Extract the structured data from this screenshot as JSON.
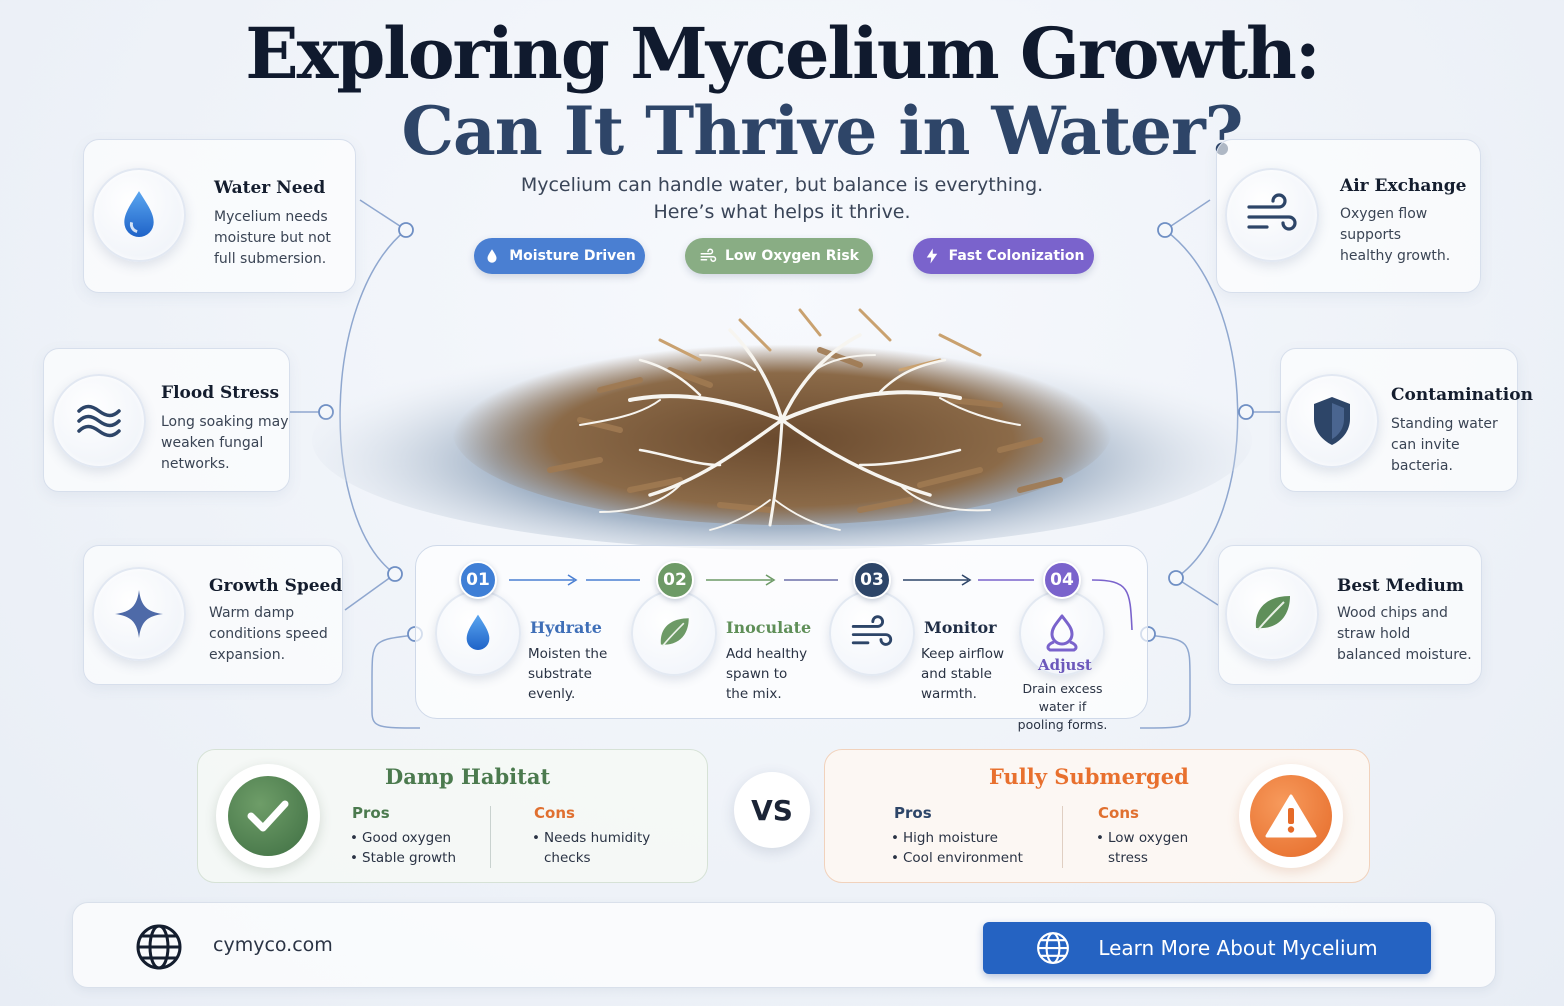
{
  "header": {
    "title_line1": "Exploring Mycelium Growth:",
    "title_line2": "Can It Thrive in Water?",
    "subtitle_line1": "Mycelium can handle water, but balance is everything.",
    "subtitle_line2": "Here’s what helps it thrive."
  },
  "tags": [
    {
      "label": "Moisture Driven",
      "icon": "droplet-icon",
      "color": "#4a7fd2"
    },
    {
      "label": "Low Oxygen Risk",
      "icon": "wind-icon",
      "color": "#89ad84"
    },
    {
      "label": "Fast Colonization",
      "icon": "lightning-icon",
      "color": "#7a63cc"
    }
  ],
  "left_cards": [
    {
      "title": "Water Need",
      "lines": [
        "Mycelium needs",
        "moisture but not",
        "full submersion."
      ],
      "icon": "water-drop-icon"
    },
    {
      "title": "Flood Stress",
      "lines": [
        "Long soaking may",
        "weaken fungal",
        "networks."
      ],
      "icon": "waves-icon"
    },
    {
      "title": "Growth Speed",
      "lines": [
        "Warm damp",
        "conditions speed",
        "expansion."
      ],
      "icon": "sparkle-icon"
    }
  ],
  "right_cards": [
    {
      "title": "Air Exchange",
      "lines": [
        "Oxygen flow",
        "supports",
        "healthy growth."
      ],
      "icon": "wind-icon"
    },
    {
      "title": "Contamination",
      "lines": [
        "Standing water",
        "can invite",
        "bacteria."
      ],
      "icon": "shield-icon"
    },
    {
      "title": "Best Medium",
      "lines": [
        "Wood chips and",
        "straw hold",
        "balanced moisture."
      ],
      "icon": "leaf-icon"
    }
  ],
  "steps": [
    {
      "num": "01",
      "title": "Hydrate",
      "lines": [
        "Moisten the",
        "substrate",
        "evenly."
      ],
      "color": "#3f7fd6",
      "icon": "water-drop-icon"
    },
    {
      "num": "02",
      "title": "Inoculate",
      "lines": [
        "Add healthy",
        "spawn to",
        "the mix."
      ],
      "color": "#6d9a66",
      "icon": "leaf-icon"
    },
    {
      "num": "03",
      "title": "Monitor",
      "lines": [
        "Keep airflow",
        "and stable",
        "warmth."
      ],
      "color": "#2d4568",
      "icon": "wind-icon"
    },
    {
      "num": "04",
      "title": "Adjust",
      "lines": [
        "Drain excess",
        "water if",
        "pooling forms."
      ],
      "color": "#7a63cc",
      "icon": "droplet-outline-icon"
    }
  ],
  "compare": {
    "damp": {
      "title": "Damp Habitat",
      "pros_label": "Pros",
      "pros": [
        "Good oxygen",
        "Stable growth"
      ],
      "cons_label": "Cons",
      "cons": [
        "Needs humidity",
        "checks"
      ],
      "color": "#4b7a4e"
    },
    "vs": "VS",
    "submerged": {
      "title": "Fully Submerged",
      "pros_label": "Pros",
      "pros": [
        "High moisture",
        "Cool environment"
      ],
      "cons_label": "Cons",
      "cons": [
        "Low oxygen",
        "stress"
      ],
      "color": "#e8702e"
    }
  },
  "footer": {
    "site": "cymyco.com",
    "cta": "Learn More About Mycelium"
  }
}
